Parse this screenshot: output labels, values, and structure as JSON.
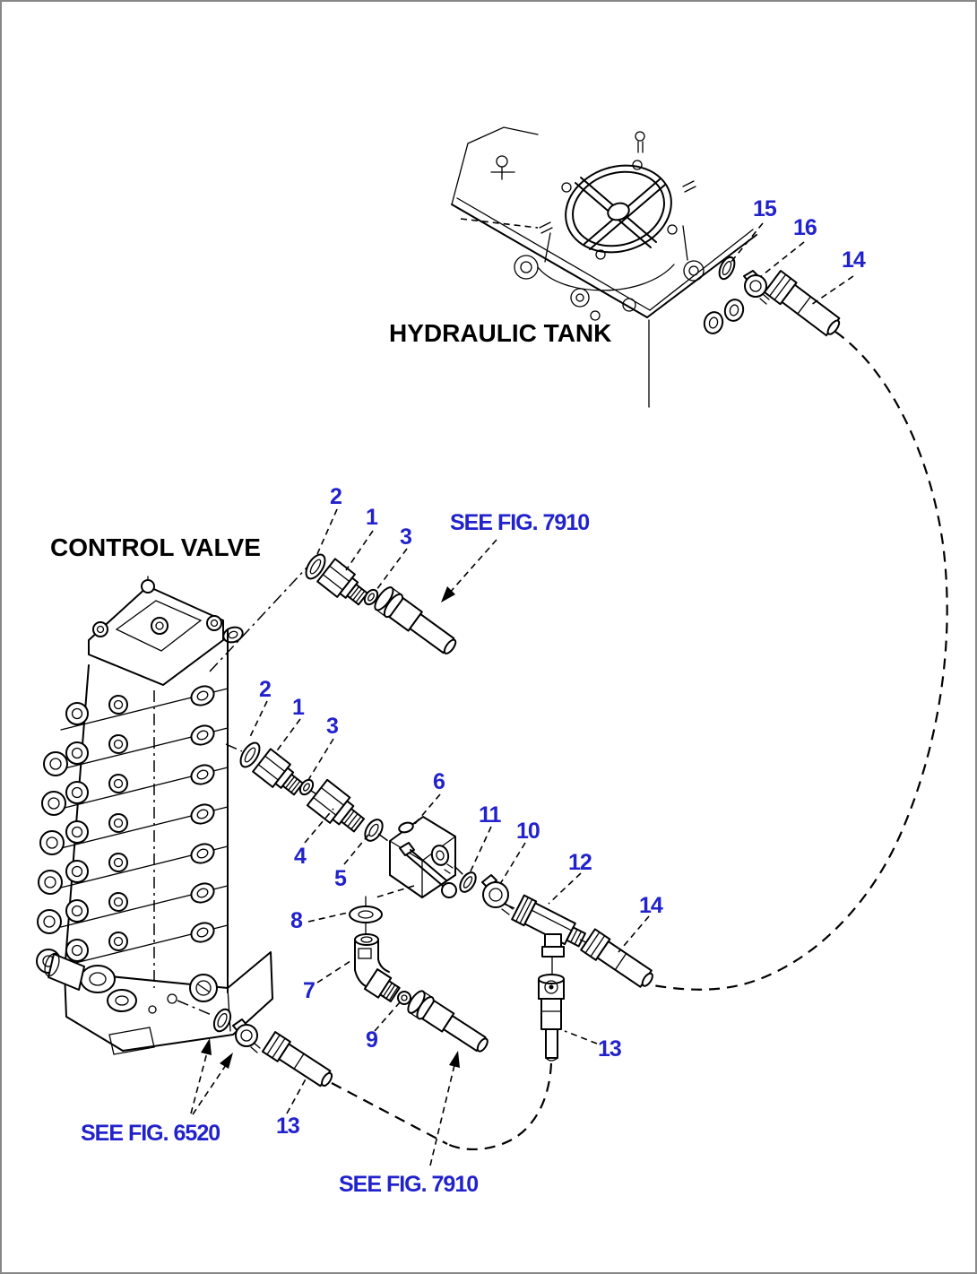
{
  "labels": {
    "tank": "HYDRAULIC TANK",
    "valve": "CONTROL VALVE"
  },
  "references": {
    "upper_right_of_valve": "SEE FIG. 7910",
    "bottom_left": "SEE FIG. 6520",
    "bottom_center": "SEE FIG. 7910"
  },
  "callouts": [
    {
      "id": "tank-oring",
      "label": "15"
    },
    {
      "id": "tank-connector",
      "label": "16"
    },
    {
      "id": "tank-hose",
      "label": "14"
    },
    {
      "id": "upper-oring-2",
      "label": "2"
    },
    {
      "id": "upper-fitting-1",
      "label": "1"
    },
    {
      "id": "upper-oring-3",
      "label": "3"
    },
    {
      "id": "main-oring-2",
      "label": "2"
    },
    {
      "id": "main-fitting-1",
      "label": "1"
    },
    {
      "id": "main-oring-3",
      "label": "3"
    },
    {
      "id": "main-fitting-4",
      "label": "4"
    },
    {
      "id": "main-oring-5",
      "label": "5"
    },
    {
      "id": "valve-block-6",
      "label": "6"
    },
    {
      "id": "main-oring-11",
      "label": "11"
    },
    {
      "id": "main-fitting-10",
      "label": "10"
    },
    {
      "id": "tee-12",
      "label": "12"
    },
    {
      "id": "main-hose-14",
      "label": "14"
    },
    {
      "id": "washer-8",
      "label": "8"
    },
    {
      "id": "elbow-7",
      "label": "7"
    },
    {
      "id": "oring-9",
      "label": "9"
    },
    {
      "id": "connector-13-tee",
      "label": "13"
    },
    {
      "id": "connector-13-valve",
      "label": "13"
    }
  ],
  "colors": {
    "callout_blue": "#2222cc",
    "line_black": "#000000",
    "paper_white": "#ffffff",
    "frame_gray": "#888888"
  }
}
